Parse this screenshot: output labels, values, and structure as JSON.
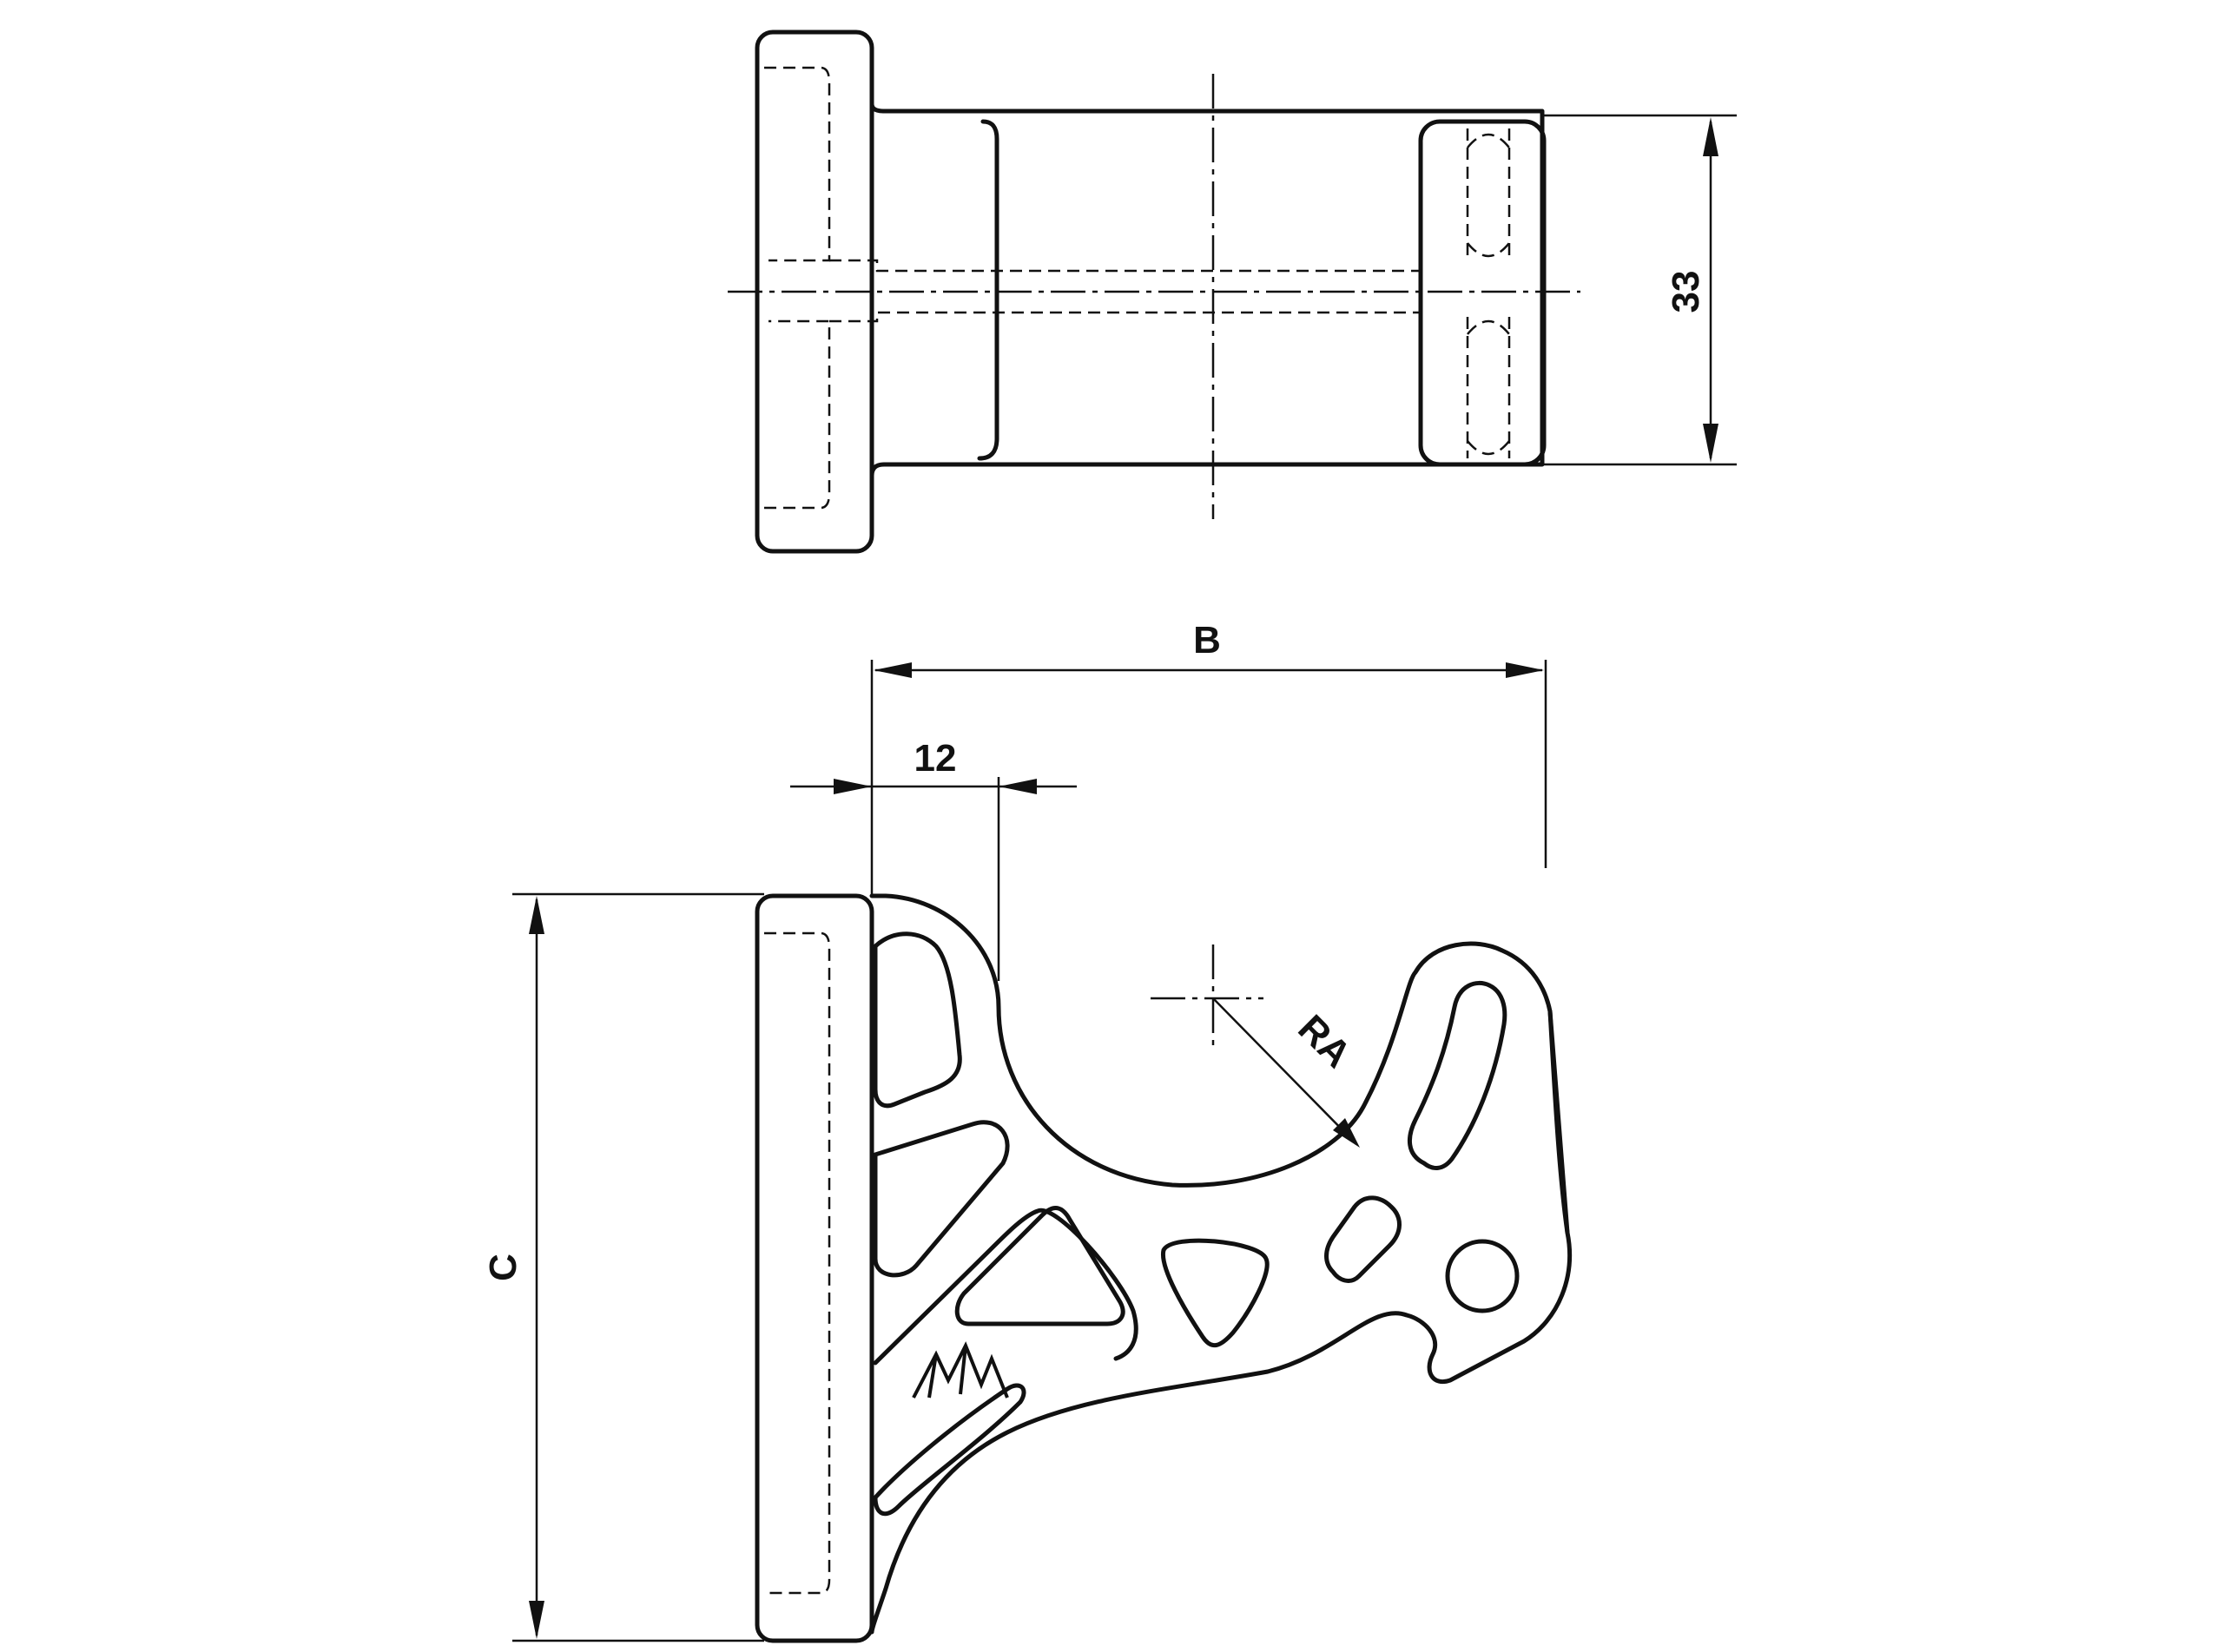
{
  "dimensions": {
    "height_top_view": "33",
    "width_b": "B",
    "offset_12": "12",
    "height_c": "C",
    "radius_a": "RA"
  },
  "logo": {
    "icon": "maker-logo-icon"
  }
}
